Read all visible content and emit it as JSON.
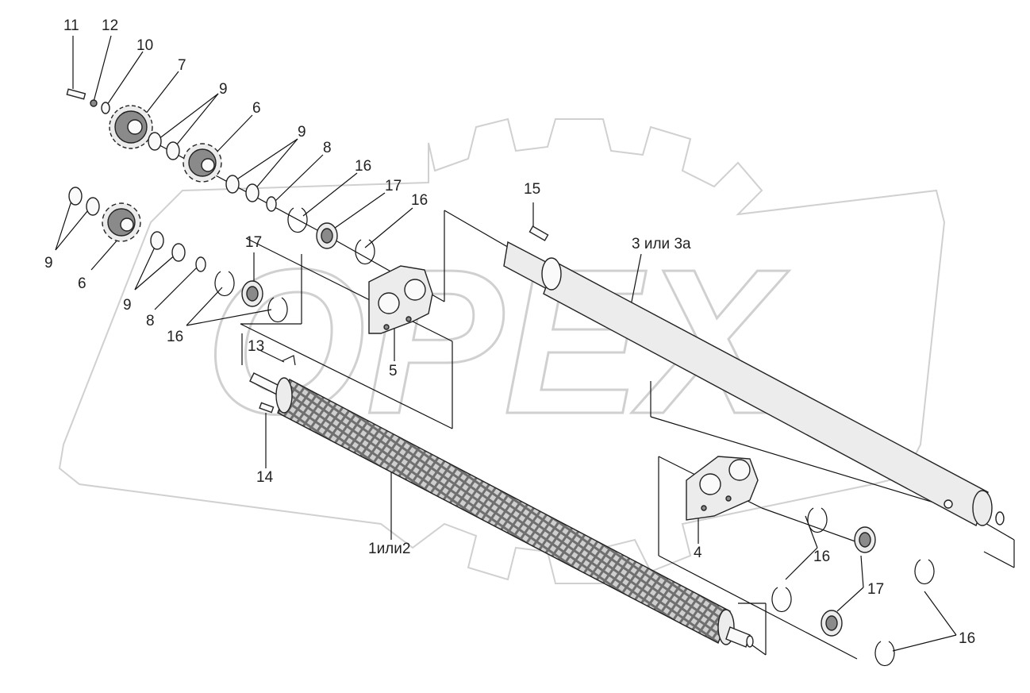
{
  "watermark": {
    "brand": "OPEX"
  },
  "labels": {
    "l11": "11",
    "l12": "12",
    "l10": "10",
    "l7": "7",
    "l9a": "9",
    "l6a": "6",
    "l9b": "9",
    "l8a": "8",
    "l16a": "16",
    "l17a": "17",
    "l16b": "16",
    "l15": "15",
    "l3": "3 или 3а",
    "l9c": "9",
    "l6b": "6",
    "l9d": "9",
    "l17b": "17",
    "l8b": "8",
    "l16c": "16",
    "l13": "13",
    "l5": "5",
    "l14": "14",
    "l1": "1или2",
    "l4": "4",
    "l16d": "16",
    "l17c": "17",
    "l16e": "16"
  }
}
